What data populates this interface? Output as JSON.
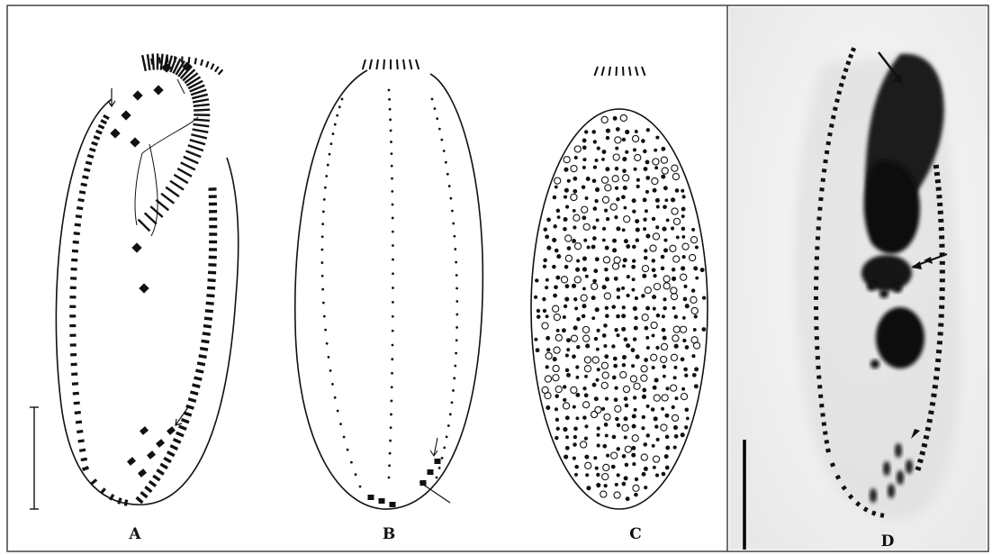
{
  "figure": {
    "panels": [
      {
        "id": "A",
        "label": "A",
        "kind": "line drawing"
      },
      {
        "id": "B",
        "label": "B",
        "kind": "line drawing"
      },
      {
        "id": "C",
        "label": "C",
        "kind": "line drawing"
      },
      {
        "id": "D",
        "label": "D",
        "kind": "micrograph"
      }
    ],
    "colors": {
      "background": "#ffffff",
      "ink": "#111111",
      "photo_background": "#f3f3f3",
      "frame": "#555555"
    }
  }
}
